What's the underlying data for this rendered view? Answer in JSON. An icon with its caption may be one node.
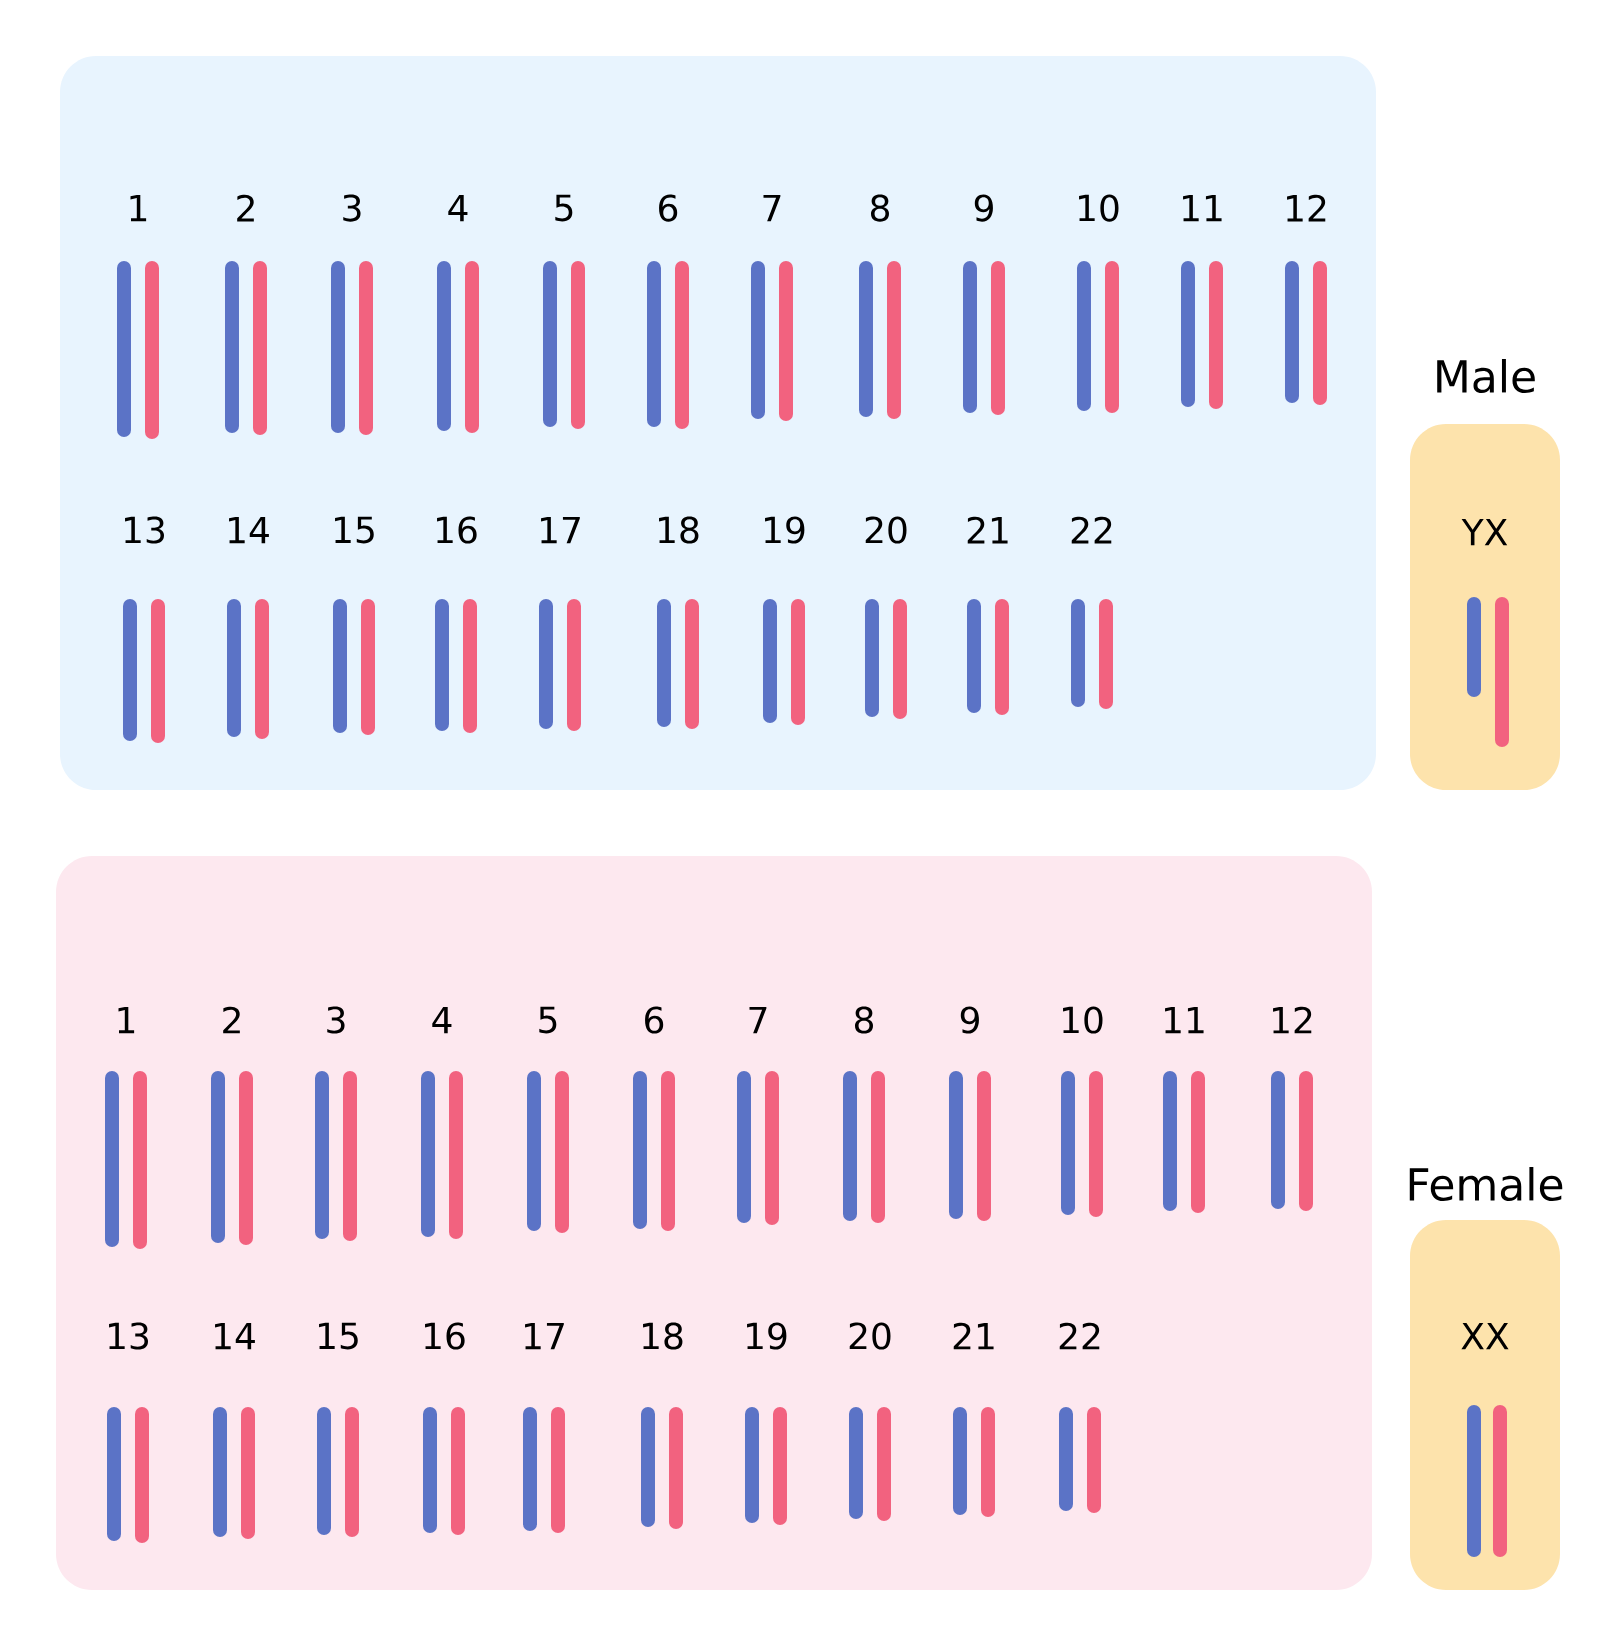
{
  "diagram": {
    "nodes": [
      {
        "text": [],
        "shape": "box"
      },
      {
        "text": [
          "Male",
          "YX"
        ]
      },
      {
        "text": [],
        "shape": "box"
      },
      {
        "text": [
          "Female",
          "XX"
        ]
      }
    ],
    "labels": [
      "1",
      "2",
      "3",
      "4",
      "5",
      "6",
      "7",
      "8",
      "9",
      "10",
      "11",
      "12",
      "13",
      "14",
      "15",
      "16",
      "17",
      "18",
      "19",
      "20",
      "21",
      "22",
      "1",
      "2",
      "3",
      "4",
      "5",
      "6",
      "7",
      "8",
      "9",
      "10",
      "11",
      "12",
      "13",
      "14",
      "15",
      "16",
      "17",
      "18",
      "19",
      "20",
      "21",
      "22"
    ]
  }
}
